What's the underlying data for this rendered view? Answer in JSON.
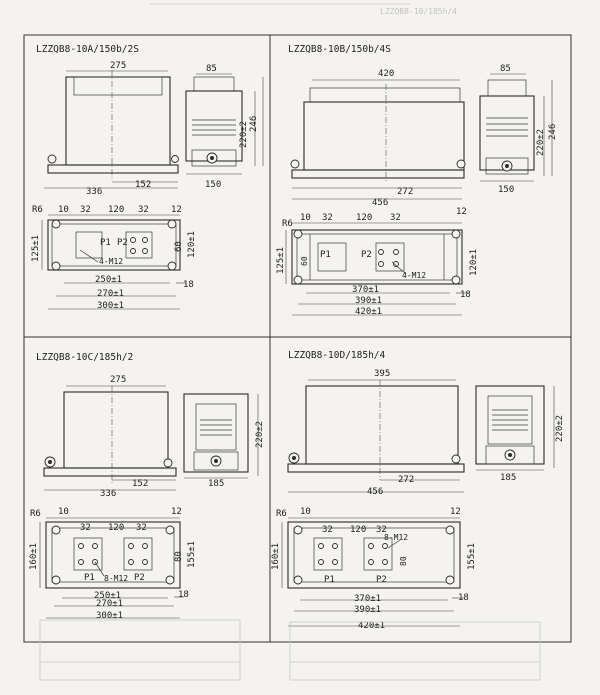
{
  "header_ghost": "LZZQB8-10/185h/4",
  "panels": [
    {
      "title": "LZZQB8-10A/150b/2S",
      "front": {
        "width": "275",
        "base": "336",
        "offset": "152"
      },
      "side": {
        "top": "85",
        "h1": "220±2",
        "h2": "246",
        "base": "150"
      },
      "plan": {
        "r": "R6",
        "a": "10",
        "b": "32",
        "c": "120",
        "d": "32",
        "e": "12",
        "h": "125±1",
        "p": "60",
        "q": "120±1",
        "bolt": "4-M12",
        "p1": "P1",
        "p2": "P2",
        "s": "18",
        "l1": "250±1",
        "l2": "270±1",
        "l3": "300±1"
      }
    },
    {
      "title": "LZZQB8-10B/150b/4S",
      "front": {
        "width": "420",
        "base": "456",
        "offset": "272"
      },
      "side": {
        "top": "85",
        "h1": "220±2",
        "h2": "246",
        "base": "150"
      },
      "plan": {
        "r": "R6",
        "a": "10",
        "b": "32",
        "c": "120",
        "d": "32",
        "e": "12",
        "h": "125±1",
        "p": "60",
        "q": "120±1",
        "bolt": "4-M12",
        "p1": "P1",
        "p2": "P2",
        "s": "18",
        "l1": "370±1",
        "l2": "390±1",
        "l3": "420±1"
      }
    },
    {
      "title": "LZZQB8-10C/185h/2",
      "front": {
        "width": "275",
        "base": "336",
        "offset": "152"
      },
      "side": {
        "h1": "220±2",
        "base": "185"
      },
      "plan": {
        "r": "R6",
        "a": "10",
        "b": "32",
        "c": "120",
        "d": "32",
        "e": "12",
        "h": "160±1",
        "p": "80",
        "q": "155±1",
        "bolt": "8-M12",
        "p1": "P1",
        "p2": "P2",
        "s": "18",
        "l1": "250±1",
        "l2": "270±1",
        "l3": "300±1"
      }
    },
    {
      "title": "LZZQB8-10D/185h/4",
      "front": {
        "width": "395",
        "base": "456",
        "offset": "272"
      },
      "side": {
        "h1": "220±2",
        "base": "185"
      },
      "plan": {
        "r": "R6",
        "a": "10",
        "b": "32",
        "c": "120",
        "d": "32",
        "e": "12",
        "h": "160±1",
        "p": "80",
        "q": "155±1",
        "bolt": "8-M12",
        "p1": "P1",
        "p2": "P2",
        "s": "18",
        "l1": "370±1",
        "l2": "390±1",
        "l3": "420±1"
      }
    }
  ]
}
